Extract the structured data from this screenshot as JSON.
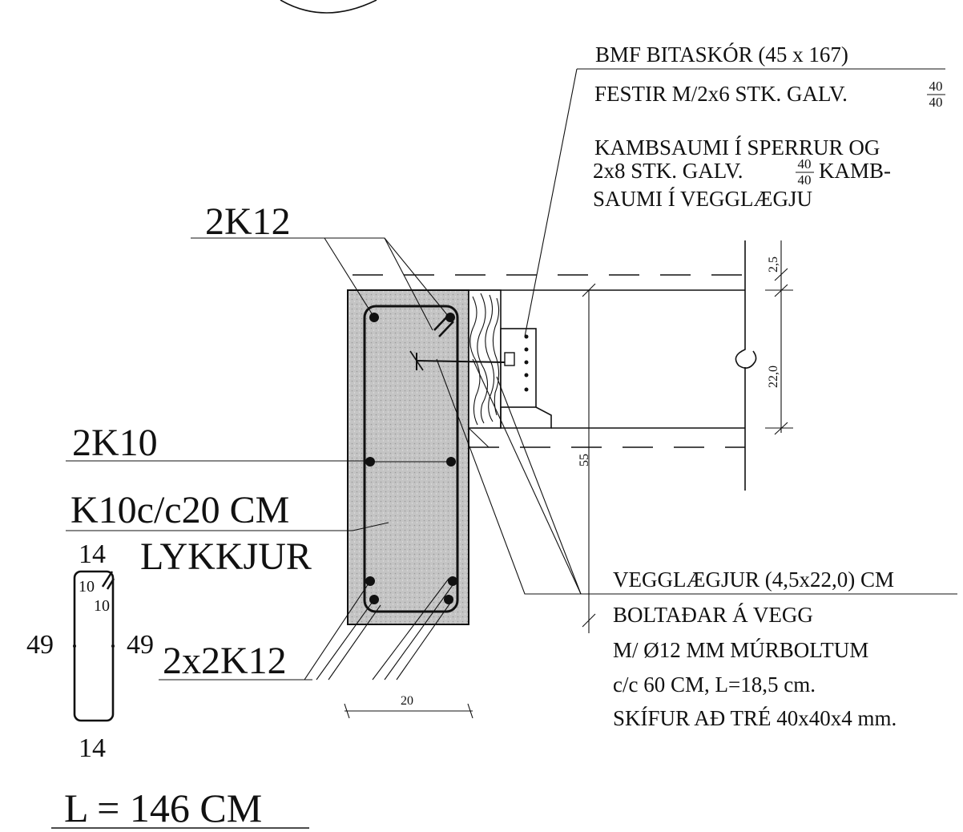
{
  "labels": {
    "top_bars": "2K12",
    "mid_bars": "2K10",
    "stirrups": "K10c/c20 CM",
    "stirrups_word": "LYKKJUR",
    "bottom_bars": "2x2K12",
    "length": "L = 146 CM"
  },
  "stirrup_shape": {
    "top": "14",
    "bottom": "14",
    "left": "49",
    "right": "49",
    "hook_a": "10",
    "hook_b": "10"
  },
  "dimensions": {
    "beam_width": "20",
    "beam_height": "55",
    "rafter_offset": "2,5",
    "ledger_depth": "22,0"
  },
  "notes": {
    "hanger": [
      "BMF BITASKÓR (45 x 167)",
      "FESTIR M/2x6 STK. GALV.",
      "KAMBSAUMI Í SPERRUR OG",
      "2x8 STK. GALV.",
      "KAMB-",
      "SAUMI Í VEGGLÆGJU"
    ],
    "fraction": {
      "num": "40",
      "den": "40"
    },
    "ledger": [
      "VEGGLÆGJUR (4,5x22,0) CM",
      "BOLTAÐAR Á VEGG",
      "M/ Ø12 MM MÚRBOLTUM",
      "c/c 60 CM, L=18,5 cm.",
      "SKÍFUR AÐ TRÉ 40x40x4 mm."
    ]
  },
  "colors": {
    "ink": "#111111",
    "concrete": "#bdbdbd",
    "paper": "#ffffff"
  }
}
